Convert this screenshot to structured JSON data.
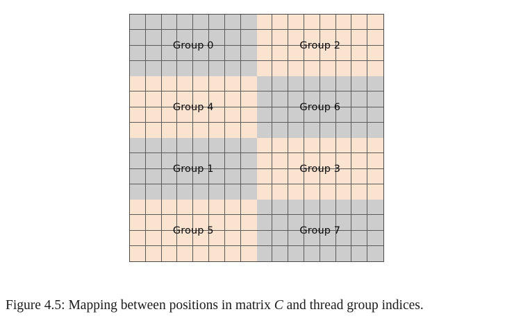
{
  "figure": {
    "grid": {
      "rows": 16,
      "columns": 16,
      "block_rows": 4,
      "block_columns": 2,
      "cells_per_block_row": 4,
      "cells_per_block_column": 8,
      "colors": {
        "gray": "#cdcdcd",
        "peach": "#fae4d0",
        "gridline": "#5a5a5a",
        "border": "#4a4a4a",
        "label_text": "#0a0a0a"
      },
      "blocks": [
        {
          "label": "Group 0",
          "color": "gray",
          "block_row": 0,
          "block_col": 0
        },
        {
          "label": "Group 2",
          "color": "peach",
          "block_row": 0,
          "block_col": 1
        },
        {
          "label": "Group 4",
          "color": "peach",
          "block_row": 1,
          "block_col": 0
        },
        {
          "label": "Group 6",
          "color": "gray",
          "block_row": 1,
          "block_col": 1
        },
        {
          "label": "Group 1",
          "color": "gray",
          "block_row": 2,
          "block_col": 0
        },
        {
          "label": "Group 3",
          "color": "peach",
          "block_row": 2,
          "block_col": 1
        },
        {
          "label": "Group 5",
          "color": "peach",
          "block_row": 3,
          "block_col": 0
        },
        {
          "label": "Group 7",
          "color": "gray",
          "block_row": 3,
          "block_col": 1
        }
      ]
    },
    "caption": {
      "prefix": "Figure 4.5: Mapping between positions in matrix ",
      "symbol": "C",
      "suffix": " and thread group indices."
    }
  }
}
